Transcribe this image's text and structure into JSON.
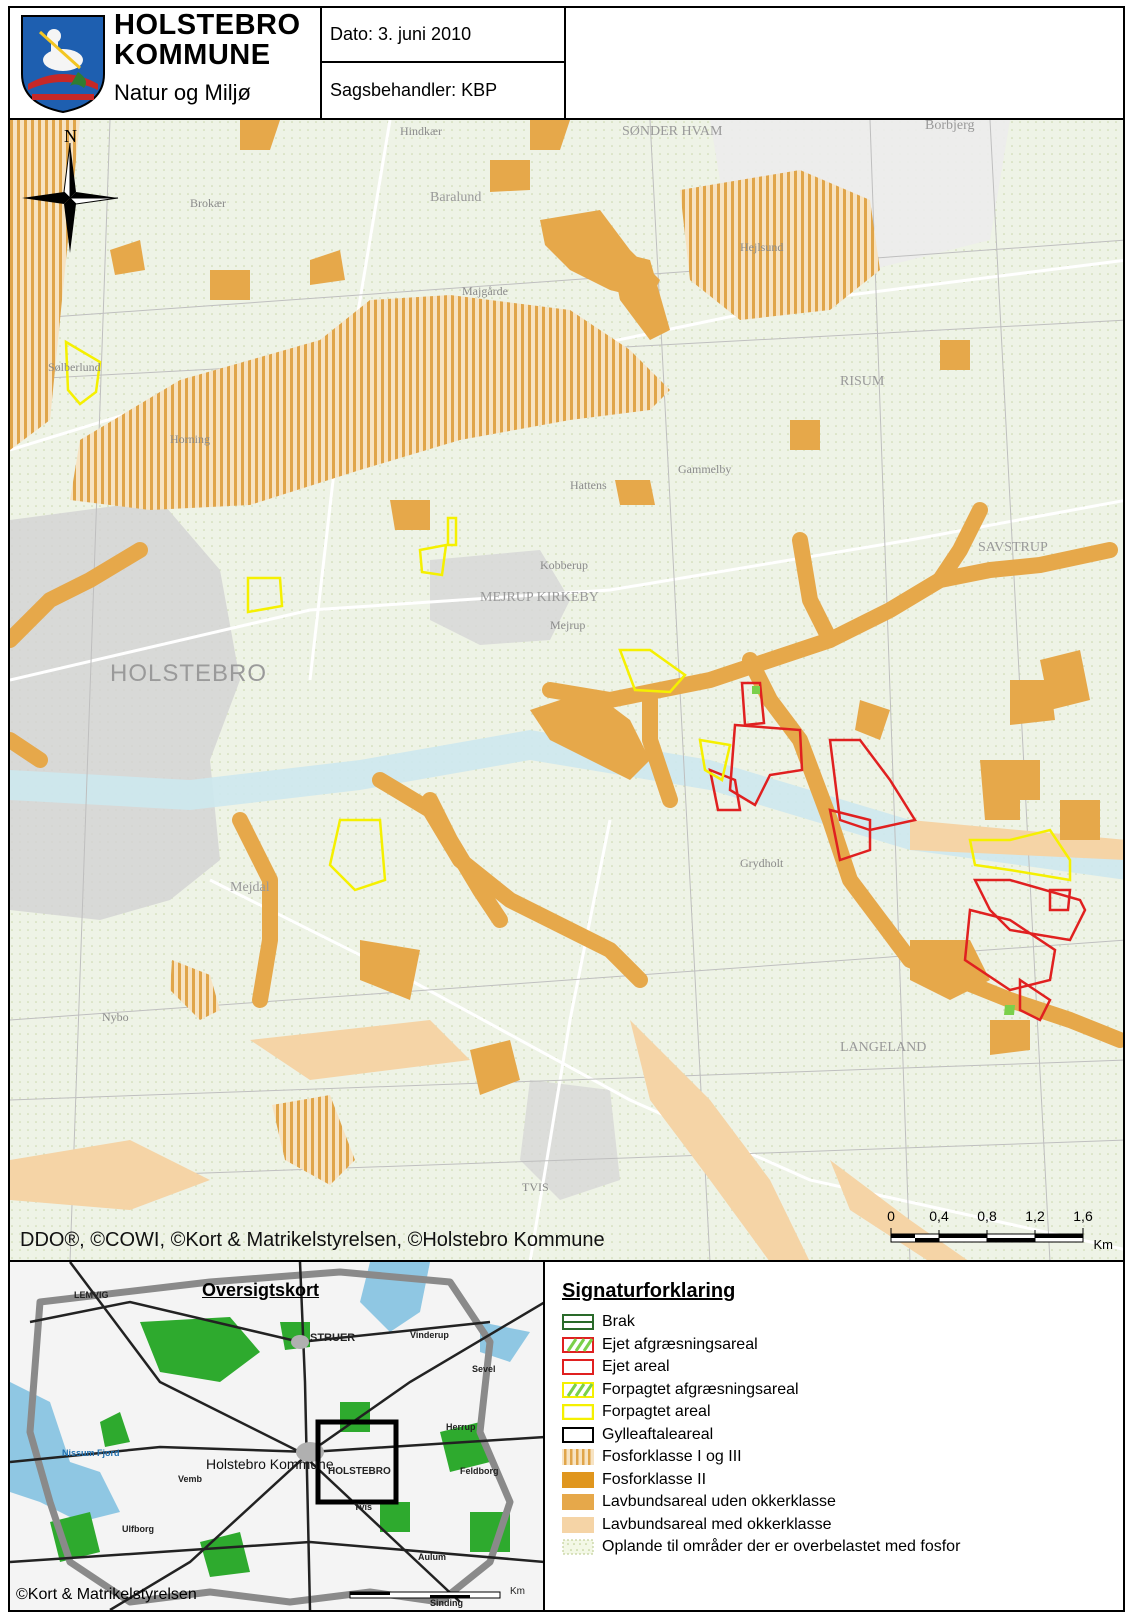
{
  "header": {
    "org_line1": "HOLSTEBRO",
    "org_line2": "KOMMUNE",
    "department": "Natur og Miljø",
    "date": "Dato: 3. juni 2010",
    "caseworker": "Sagsbehandler: KBP"
  },
  "map": {
    "north_label": "N",
    "places": [
      {
        "label": "SØNDER HVAM"
      },
      {
        "label": "Borbjerg"
      },
      {
        "label": "Hindkær"
      },
      {
        "label": "Baralund"
      },
      {
        "label": "Brokær"
      },
      {
        "label": "Majgårde"
      },
      {
        "label": "Hejlsund"
      },
      {
        "label": "RISUM"
      },
      {
        "label": "Sølberlund"
      },
      {
        "label": "Horning"
      },
      {
        "label": "Gammelby"
      },
      {
        "label": "Hattens"
      },
      {
        "label": "SAVSTRUP"
      },
      {
        "label": "Kobberup"
      },
      {
        "label": "MEJRUP KIRKEBY"
      },
      {
        "label": "Mejrup"
      },
      {
        "label": "HOLSTEBRO"
      },
      {
        "label": "Grydholt"
      },
      {
        "label": "Mejdal"
      },
      {
        "label": "Nybo"
      },
      {
        "label": "LANGELAND"
      },
      {
        "label": "TVIS"
      }
    ],
    "copyright": "DDO®, ©COWI, ©Kort & Matrikelstyrelsen, ©Holstebro Kommune",
    "scale": {
      "ticks": [
        "0",
        "0,4",
        "0,8",
        "1,2",
        "1,6"
      ],
      "unit": "Km"
    },
    "colors": {
      "background": "#eef3e6",
      "lowland": "#e6a84a",
      "lowland_ochre": "#f5d4a6",
      "owned": "#e02020",
      "leased": "#f5f000"
    }
  },
  "inset": {
    "title": "Oversigtskort",
    "copyright": "©Kort & Matrikelstyrelsen",
    "unit": "Km",
    "labels": [
      {
        "label": "LEMVIG"
      },
      {
        "label": "STRUER"
      },
      {
        "label": "Holstebro Kommune"
      },
      {
        "label": "HOLSTEBRO"
      },
      {
        "label": "Vemb"
      },
      {
        "label": "Nissum Fjord"
      },
      {
        "label": "Ulfborg"
      },
      {
        "label": "Vinderup"
      },
      {
        "label": "Sevel"
      },
      {
        "label": "Herrup"
      },
      {
        "label": "Feldborg"
      },
      {
        "label": "Aulum"
      },
      {
        "label": "Sinding"
      },
      {
        "label": "Tvis"
      }
    ]
  },
  "legend": {
    "title": "Signaturforklaring",
    "items": [
      {
        "label": "Brak",
        "swatch": "brak"
      },
      {
        "label": "Ejet afgræsningsareal",
        "swatch": "ejet-afg"
      },
      {
        "label": "Ejet areal",
        "swatch": "ejet"
      },
      {
        "label": "Forpagtet afgræsningsareal",
        "swatch": "forp-afg"
      },
      {
        "label": "Forpagtet areal",
        "swatch": "forp"
      },
      {
        "label": "Gylleaftaleareal",
        "swatch": "gylle"
      },
      {
        "label": "Fosforklasse I og III",
        "swatch": "fos13"
      },
      {
        "label": "Fosforklasse II",
        "swatch": "fos2"
      },
      {
        "label": "Lavbundsareal uden okkerklasse",
        "swatch": "lav-uden"
      },
      {
        "label": "Lavbundsareal med okkerklasse",
        "swatch": "lav-med"
      },
      {
        "label": "Oplande til områder der er overbelastet med fosfor",
        "swatch": "opland"
      }
    ]
  }
}
